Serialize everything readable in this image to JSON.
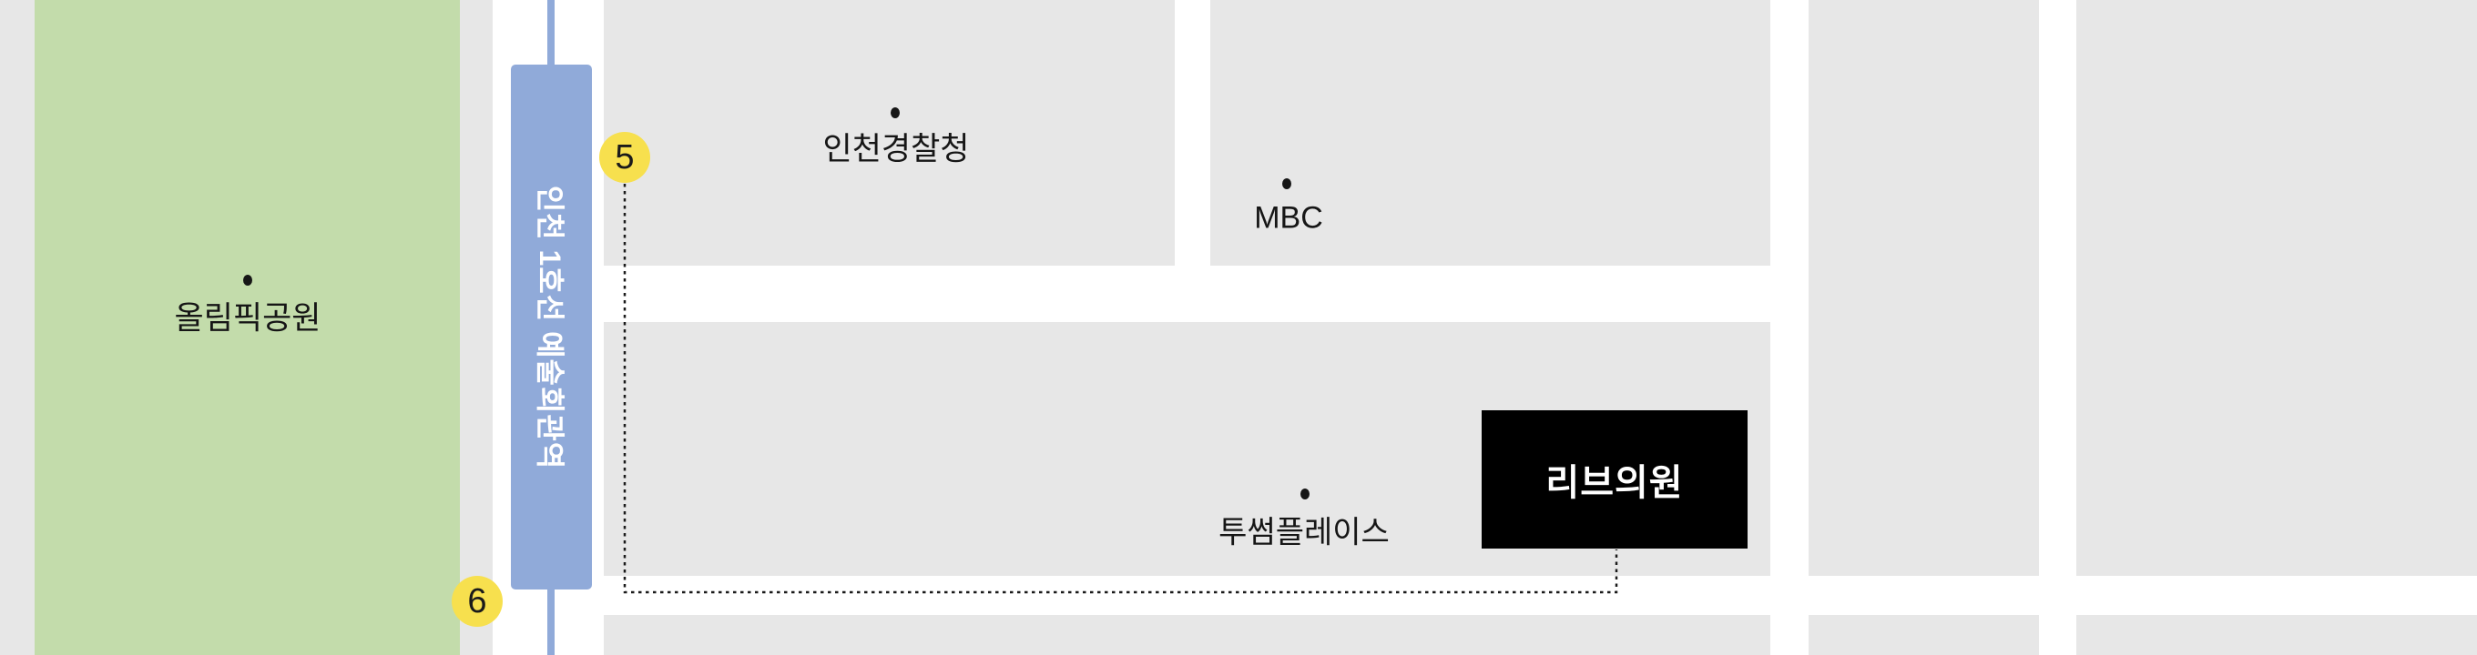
{
  "map": {
    "park": {
      "label": "올림픽공원"
    },
    "station": {
      "line_label": "인천 1호선 예술회관역"
    },
    "exits": [
      {
        "number": "5"
      },
      {
        "number": "6"
      }
    ],
    "places": [
      {
        "name": "incheon-police-agency",
        "label": "인천경찰청"
      },
      {
        "name": "mbc",
        "label": "MBC"
      },
      {
        "name": "twosome-place",
        "label": "투썸플레이스"
      }
    ],
    "destination": {
      "label": "리브의원"
    },
    "icons": {
      "place_marker": "place-dot",
      "exit_marker": "subway-exit-circle",
      "route_style": "dotted-line"
    },
    "colors": {
      "park_green": "#c3dcab",
      "block_gray": "#e7e7e7",
      "street_white": "#ffffff",
      "subway_blue": "#90aad9",
      "exit_yellow": "#f7e04e",
      "destination_black": "#000000",
      "route_black": "#1a1a1a"
    }
  }
}
